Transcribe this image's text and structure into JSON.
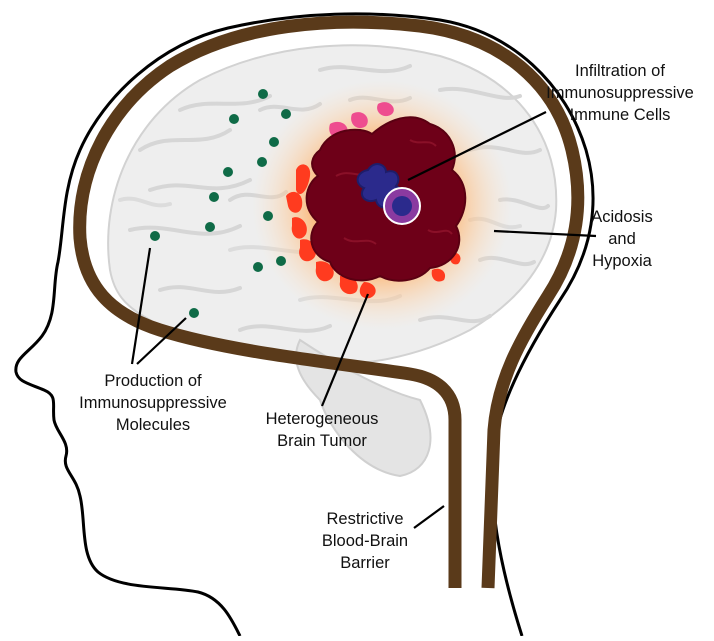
{
  "labels": {
    "infiltration": [
      "Infiltration of",
      "Immunosuppressive",
      "Immune Cells"
    ],
    "acidosis": [
      "Acidosis",
      "and",
      "Hypoxia"
    ],
    "production": [
      "Production of",
      "Immunosuppressive",
      "Molecules"
    ],
    "tumor": [
      "Heterogeneous",
      "Brain Tumor"
    ],
    "bbb": [
      "Restrictive",
      "Blood-Brain",
      "Barrier"
    ]
  },
  "colors": {
    "outline": "#000000",
    "barrier": "#5a3a1a",
    "brain_fill": "#eeeeee",
    "tumor_core": "#6e0018",
    "tumor_rim": "#ff3b1f",
    "pink_cells": "#ee4d8f",
    "glow": "#ffb066",
    "immune_cell_blue": "#2b2a8c",
    "immune_cell_purple": "#8a3aa0",
    "molecule_dots": "#0f6b47"
  }
}
